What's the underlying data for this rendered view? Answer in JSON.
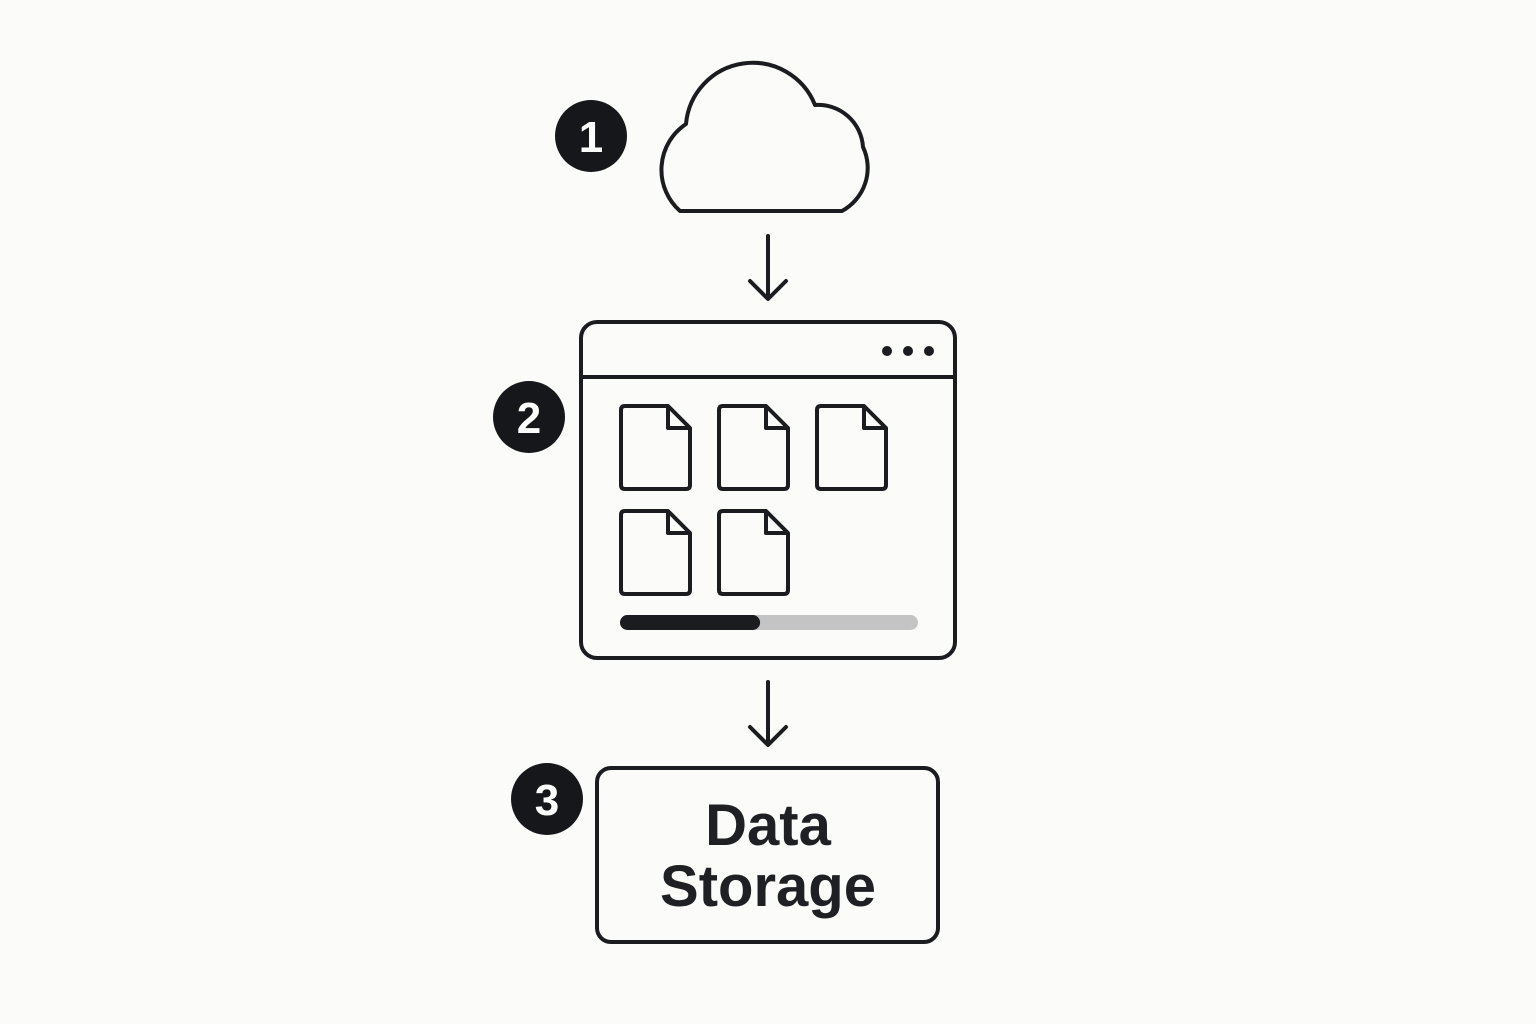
{
  "steps": [
    {
      "number": "1",
      "icon": "cloud-icon"
    },
    {
      "number": "2",
      "icon": "browser-window-icon"
    },
    {
      "number": "3",
      "icon": "storage-box"
    }
  ],
  "window": {
    "menu_icon": "more-horizontal-icon",
    "file_icon": "document-icon",
    "file_count": 5,
    "progress": 0.47
  },
  "storage": {
    "label_line1": "Data",
    "label_line2": "Storage"
  },
  "colors": {
    "ink": "#1a1c1f",
    "badge": "#15171a",
    "progress_fill": "#1a1c1f",
    "progress_track": "#c4c4c4",
    "background": "#fbfbf9"
  }
}
